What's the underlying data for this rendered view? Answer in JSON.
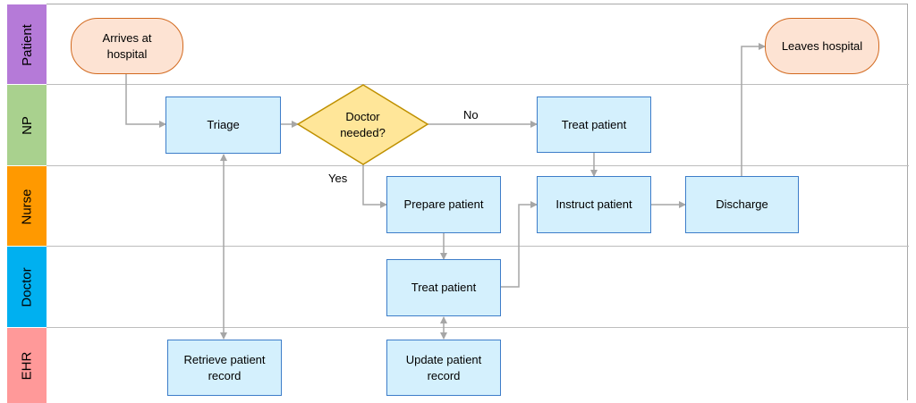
{
  "lanes": [
    {
      "label": "Patient",
      "color": "#b57ad8"
    },
    {
      "label": "NP",
      "color": "#a9d18e"
    },
    {
      "label": "Nurse",
      "color": "#ff9900"
    },
    {
      "label": "Doctor",
      "color": "#00b0f0"
    },
    {
      "label": "EHR",
      "color": "#ff9999"
    }
  ],
  "nodes": {
    "arrives": "Arrives at hospital",
    "leaves": "Leaves hospital",
    "triage": "Triage",
    "decision": "Doctor needed?",
    "np_treat": "Treat patient",
    "prepare": "Prepare patient",
    "instruct": "Instruct patient",
    "discharge": "Discharge",
    "doctor_treat": "Treat patient",
    "retrieve": "Retrieve patient record",
    "update": "Update patient record"
  },
  "edge_labels": {
    "no": "No",
    "yes": "Yes"
  },
  "colors": {
    "process_fill": "#d4f0fd",
    "process_border": "#3d7dc9",
    "terminal_fill": "#fde3d3",
    "terminal_border": "#d2691e",
    "decision_fill": "#ffe699",
    "decision_border": "#bf9000",
    "connector": "#a6a6a6"
  }
}
